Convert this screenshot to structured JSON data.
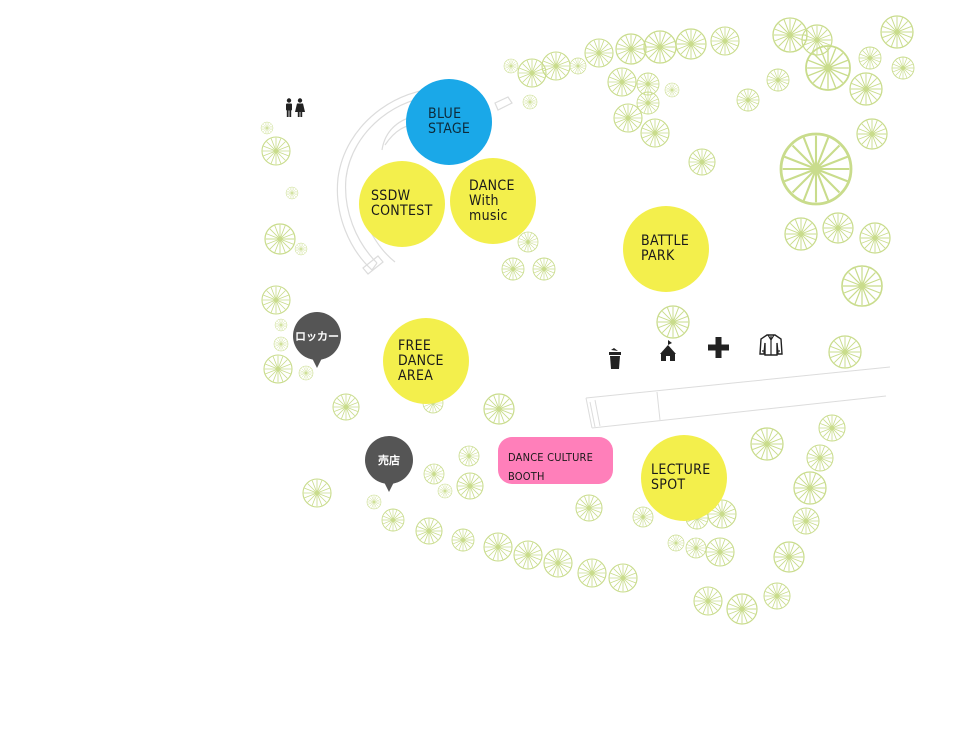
{
  "colors": {
    "blue_stage": "#1aa8e8",
    "yellow_area": "#f3ef4c",
    "pink_booth": "#ff7fba",
    "pin_gray": "#555555",
    "tree_green": "#c9dc8c",
    "outline_gray": "#d8d8d8"
  },
  "areas": {
    "blue_stage": "BLUE\nSTAGE",
    "ssdw_contest": "SSDW\nCONTEST",
    "dance_with_music": "DANCE\nWith\nmusic",
    "battle_park": "BATTLE\nPARK",
    "free_dance_area": "FREE\nDANCE\nAREA",
    "lecture_spot": "LECTURE\nSPOT",
    "dance_culture_booth": "DANCE CULTURE\nBOOTH"
  },
  "pins": {
    "locker": "ロッカー",
    "shop": "売店"
  },
  "icons": [
    "restroom-icon",
    "trash-bin-icon",
    "tent-icon",
    "first-aid-icon",
    "cloakroom-jacket-icon"
  ]
}
